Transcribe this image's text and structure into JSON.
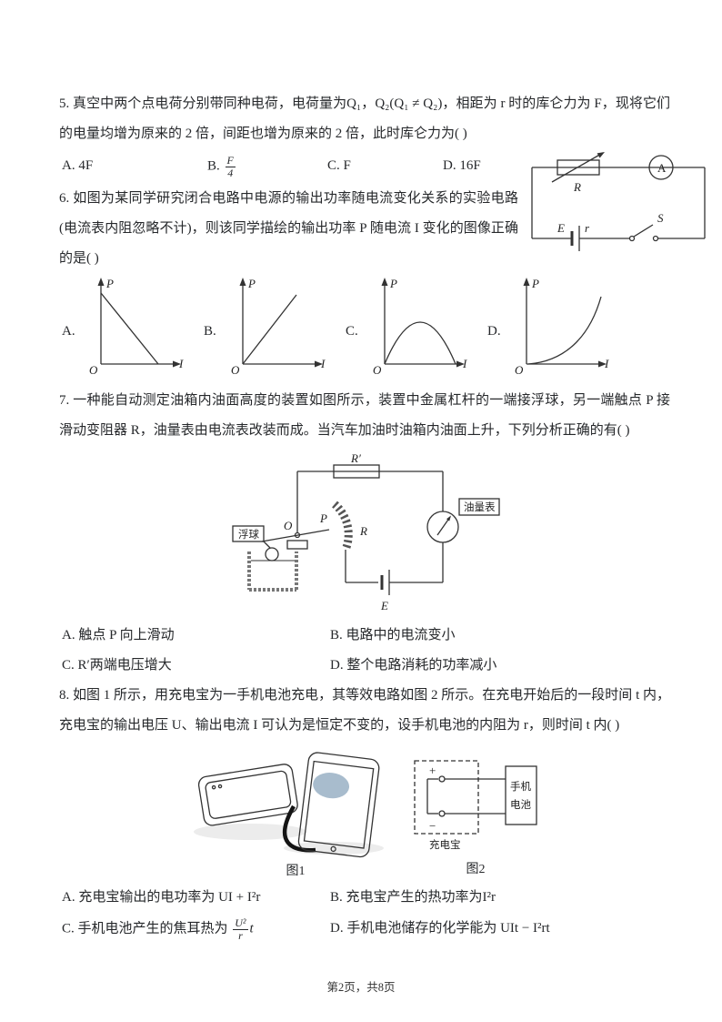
{
  "page": {
    "footer": "第2页，共8页"
  },
  "q5": {
    "stem": "5. 真空中两个点电荷分别带同种电荷，电荷量为Q₁，Q₂(Q₁ ≠ Q₂)，相距为 r 时的库仑力为 F，现将它们的电量均增为原来的 2 倍，间距也增为原来的 2 倍，此时库仑力为( )",
    "options": {
      "a": "A. 4F",
      "b_label": "B.",
      "b_frac_num": "F",
      "b_frac_den": "4",
      "c": "C. F",
      "d": "D. 16F"
    }
  },
  "q6": {
    "stem": "6. 如图为某同学研究闭合电路中电源的输出功率随电流变化关系的实验电路(电流表内阻忽略不计)，则该同学描绘的输出功率 P 随电流 I 变化的图像正确的是( )",
    "circuit": {
      "resistor": "R",
      "ammeter": "A",
      "emf": "E",
      "internal_r": "r",
      "switch": "S"
    },
    "graphs": {
      "labels": [
        "A.",
        "B.",
        "C.",
        "D."
      ],
      "y_axis": "P",
      "x_axis": "I",
      "origin": "O",
      "curves": [
        "decreasing straight line",
        "increasing straight line",
        "parabolic arch with peak",
        "increasing convex curve"
      ]
    }
  },
  "q7": {
    "stem": "7. 一种能自动测定油箱内油面高度的装置如图所示，装置中金属杠杆的一端接浮球，另一端触点 P 接滑动变阻器 R，油量表由电流表改装而成。当汽车加油时油箱内油面上升，下列分析正确的有( )",
    "diagram": {
      "r_prime": "R′",
      "pivot": "O",
      "contact": "P",
      "rheostat": "R",
      "meter": "油量表",
      "float": "浮球",
      "battery": "E"
    },
    "options": {
      "a": "A. 触点 P 向上滑动",
      "b": "B. 电路中的电流变小",
      "c": "C. R′两端电压增大",
      "d": "D. 整个电路消耗的功率减小"
    }
  },
  "q8": {
    "stem": "8. 如图 1 所示，用充电宝为一手机电池充电，其等效电路如图 2 所示。在充电开始后的一段时间 t 内，充电宝的输出电压 U、输出电流 I 可认为是恒定不变的，设手机电池的内阻为 r，则时间 t 内( )",
    "fig1_caption": "图1",
    "fig2_caption": "图2",
    "fig2": {
      "powerbank": "充电宝",
      "plus": "+",
      "minus": "−",
      "battery_line1": "手机",
      "battery_line2": "电池"
    },
    "options": {
      "a": "A. 充电宝输出的电功率为 UI + I²r",
      "b": "B. 充电宝产生的热功率为I²r",
      "c_prefix": "C. 手机电池产生的焦耳热为",
      "c_frac_num": "U²",
      "c_frac_den": "r",
      "c_suffix": "t",
      "d": "D. 手机电池储存的化学能为 UIt − I²rt"
    }
  }
}
